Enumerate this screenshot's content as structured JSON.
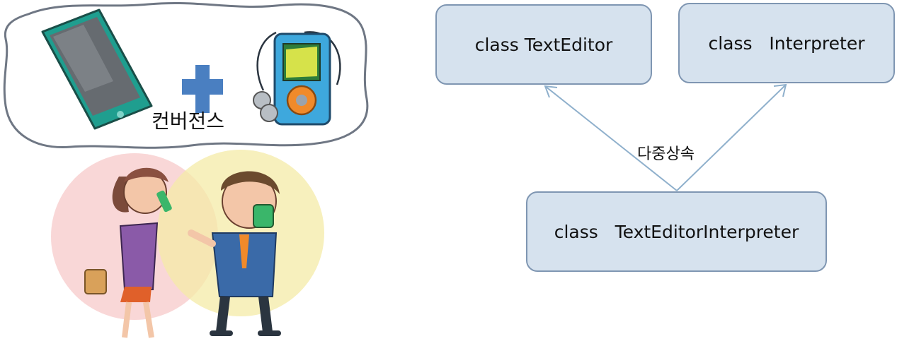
{
  "illustration": {
    "convergence_label": "컨버전스",
    "icons": [
      "smartphone-icon",
      "plus-icon",
      "mp3-player-icon",
      "woman-on-phone-icon",
      "man-on-phone-icon"
    ]
  },
  "diagram": {
    "parent_left": "class TextEditor",
    "parent_right": "class   Interpreter",
    "child": "class   TextEditorInterpreter",
    "relation_label": "다중상속"
  },
  "colors": {
    "box_fill": "#d6e2ee",
    "box_border": "#7f96b2",
    "arrow": "#8fb0cc",
    "plus": "#4a7fc1"
  }
}
